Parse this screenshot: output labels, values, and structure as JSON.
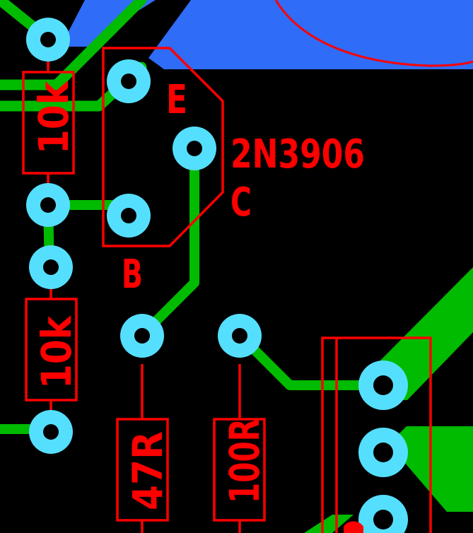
{
  "board": {
    "colors": {
      "background": "#000000",
      "copper_fill": "#2f6cf7",
      "trace": "#00bb00",
      "pad": "#55dfff",
      "drill": "#000000",
      "silkscreen": "#ff0000"
    }
  },
  "components": {
    "transistor": {
      "part": "2N3906",
      "pin_e": "E",
      "pin_b": "B",
      "pin_c": "C"
    },
    "r_top": {
      "value": "10k"
    },
    "r_mid": {
      "value": "10k"
    },
    "r_bottom_left": {
      "value": "47R"
    },
    "r_bottom_mid": {
      "value": "100R"
    }
  }
}
